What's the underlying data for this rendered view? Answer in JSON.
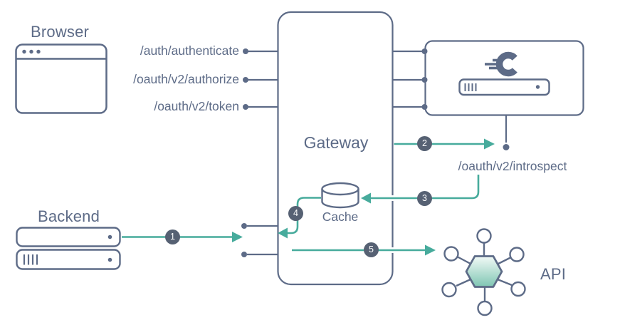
{
  "colors": {
    "slate": "#5d6b87",
    "teal": "#47ab9c",
    "badge_bg": "#566173",
    "badge_text": "#ffffff",
    "hexagon_gradient_top": "#f2faf7",
    "hexagon_gradient_bottom": "#7fc6b3",
    "background": "#ffffff"
  },
  "browser": {
    "label": "Browser"
  },
  "endpoints": [
    "/auth/authenticate",
    "/oauth/v2/authorize",
    "/oauth/v2/token"
  ],
  "gateway": {
    "label": "Gateway"
  },
  "cache": {
    "label": "Cache"
  },
  "identity_server": {
    "introspect_endpoint": "/oauth/v2/introspect"
  },
  "backend": {
    "label": "Backend"
  },
  "api": {
    "label": "API"
  },
  "steps": [
    "1",
    "2",
    "3",
    "4",
    "5"
  ]
}
